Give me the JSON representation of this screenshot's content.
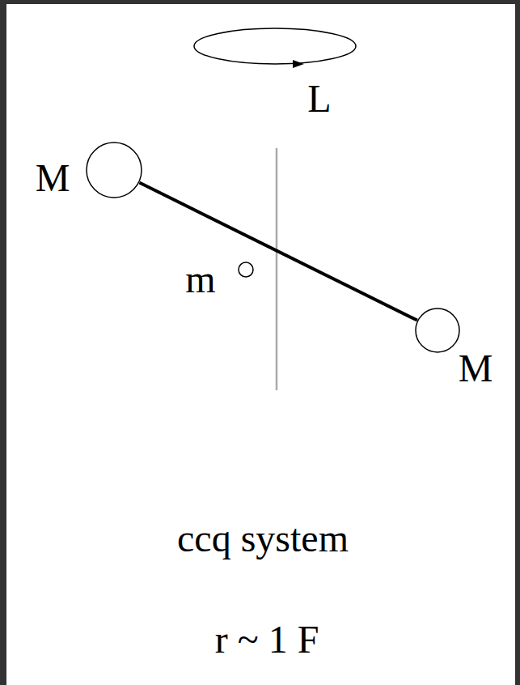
{
  "diagram": {
    "nodes": [
      {
        "text": [
          "M"
        ]
      },
      {
        "text": [
          "M"
        ]
      },
      {
        "text": [
          "m"
        ]
      }
    ],
    "edges": [
      {
        "from": 0,
        "to": 1,
        "arrow": "none"
      }
    ],
    "labels": [
      "L",
      "ccq system",
      "r ~ 1 F"
    ]
  }
}
